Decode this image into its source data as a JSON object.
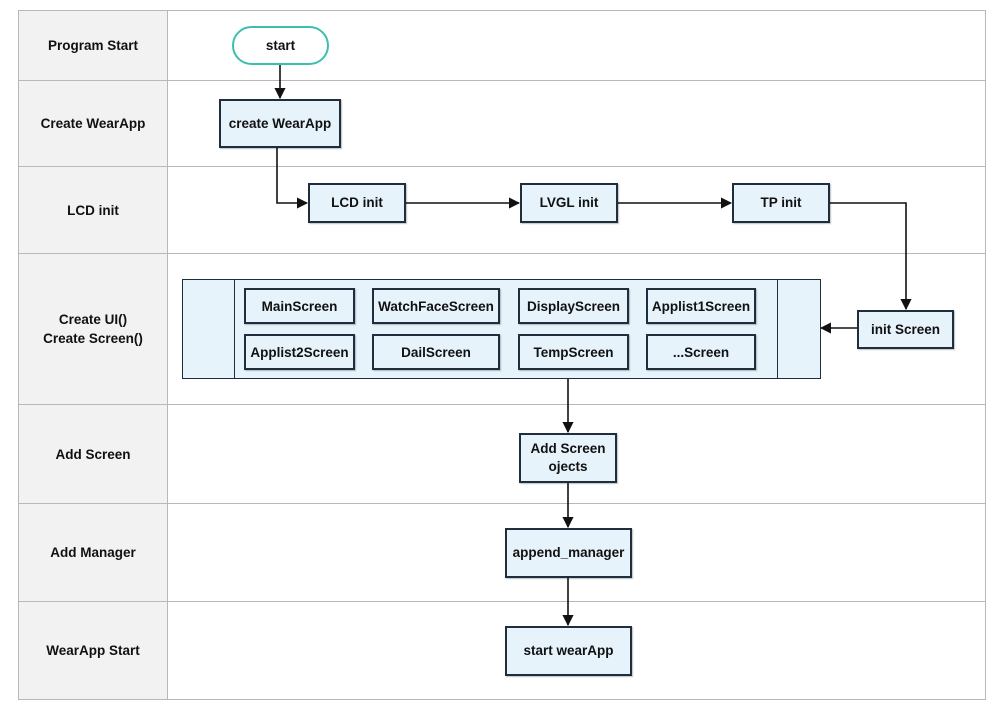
{
  "lanes": [
    {
      "label_lines": [
        "Program Start"
      ]
    },
    {
      "label_lines": [
        "Create WearApp"
      ]
    },
    {
      "label_lines": [
        "LCD init"
      ]
    },
    {
      "label_lines": [
        "Create UI()",
        "Create Screen()"
      ]
    },
    {
      "label_lines": [
        "Add Screen"
      ]
    },
    {
      "label_lines": [
        "Add Manager"
      ]
    },
    {
      "label_lines": [
        "WearApp Start"
      ]
    }
  ],
  "nodes": {
    "start": "start",
    "create_wearapp": "create WearApp",
    "lcd_init": "LCD init",
    "lvgl_init": "LVGL init",
    "tp_init": "TP init",
    "init_screen": "init Screen",
    "add_screen_lines": [
      "Add Screen",
      "ojects"
    ],
    "append_manager": "append_manager",
    "start_wearapp": "start wearApp"
  },
  "screens": [
    "MainScreen",
    "WatchFaceScreen",
    "DisplayScreen",
    "Applist1Screen",
    "Applist2Screen",
    "DailScreen",
    "TempScreen",
    "...Screen"
  ],
  "colors": {
    "node_fill": "#e6f3fb",
    "node_border": "#1f2e3d",
    "terminal_border": "#3dbfae",
    "lane_label_fill": "#f2f2f2",
    "lane_border": "#b8b8b8"
  }
}
